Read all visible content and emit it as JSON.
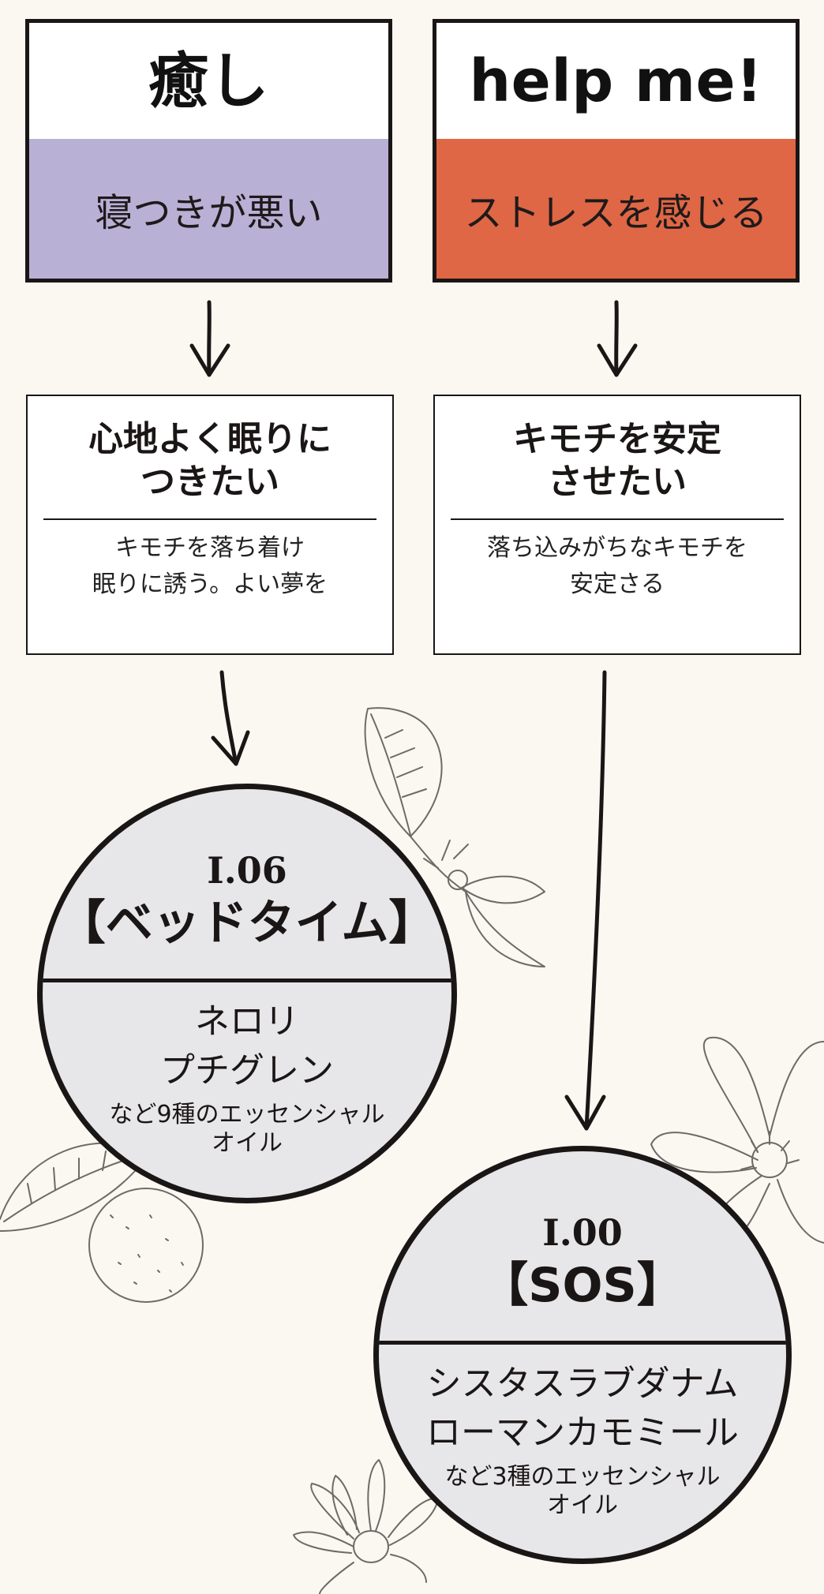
{
  "colors": {
    "background": "#fbf7f1",
    "ink": "#1b1616",
    "lavender": "#b9b0d6",
    "orange": "#df6745",
    "circle_fill": "#e7e6e8"
  },
  "left_column": {
    "card_title": "癒し",
    "card_band": "寝つきが悪い",
    "goal_heading": [
      "心地よく眠りに",
      "つきたい"
    ],
    "goal_body": [
      "キモチを落ち着け",
      "眠りに誘う。よい夢を"
    ],
    "product": {
      "code": "I.06",
      "name": "【ベッドタイム】",
      "oils": [
        "ネロリ",
        "プチグレン"
      ],
      "note": [
        "など9種のエッセンシャル",
        "オイル"
      ]
    }
  },
  "right_column": {
    "card_title": "help me!",
    "card_band": "ストレスを感じる",
    "goal_heading": [
      "キモチを安定",
      "させたい"
    ],
    "goal_body": [
      "落ち込みがちなキモチを",
      "安定さる"
    ],
    "product": {
      "code": "I.00",
      "name": "【SOS】",
      "oils": [
        "シスタスラブダナム",
        "ローマンカモミール"
      ],
      "note": [
        "など3種のエッセンシャル",
        "オイル"
      ]
    }
  },
  "icons": {
    "arrows": "hand-drawn-down-arrow-icon",
    "illustrations": [
      "leaf-branch-illustration",
      "orange-fruit-illustration",
      "flower-illustration",
      "daisy-illustration"
    ]
  }
}
